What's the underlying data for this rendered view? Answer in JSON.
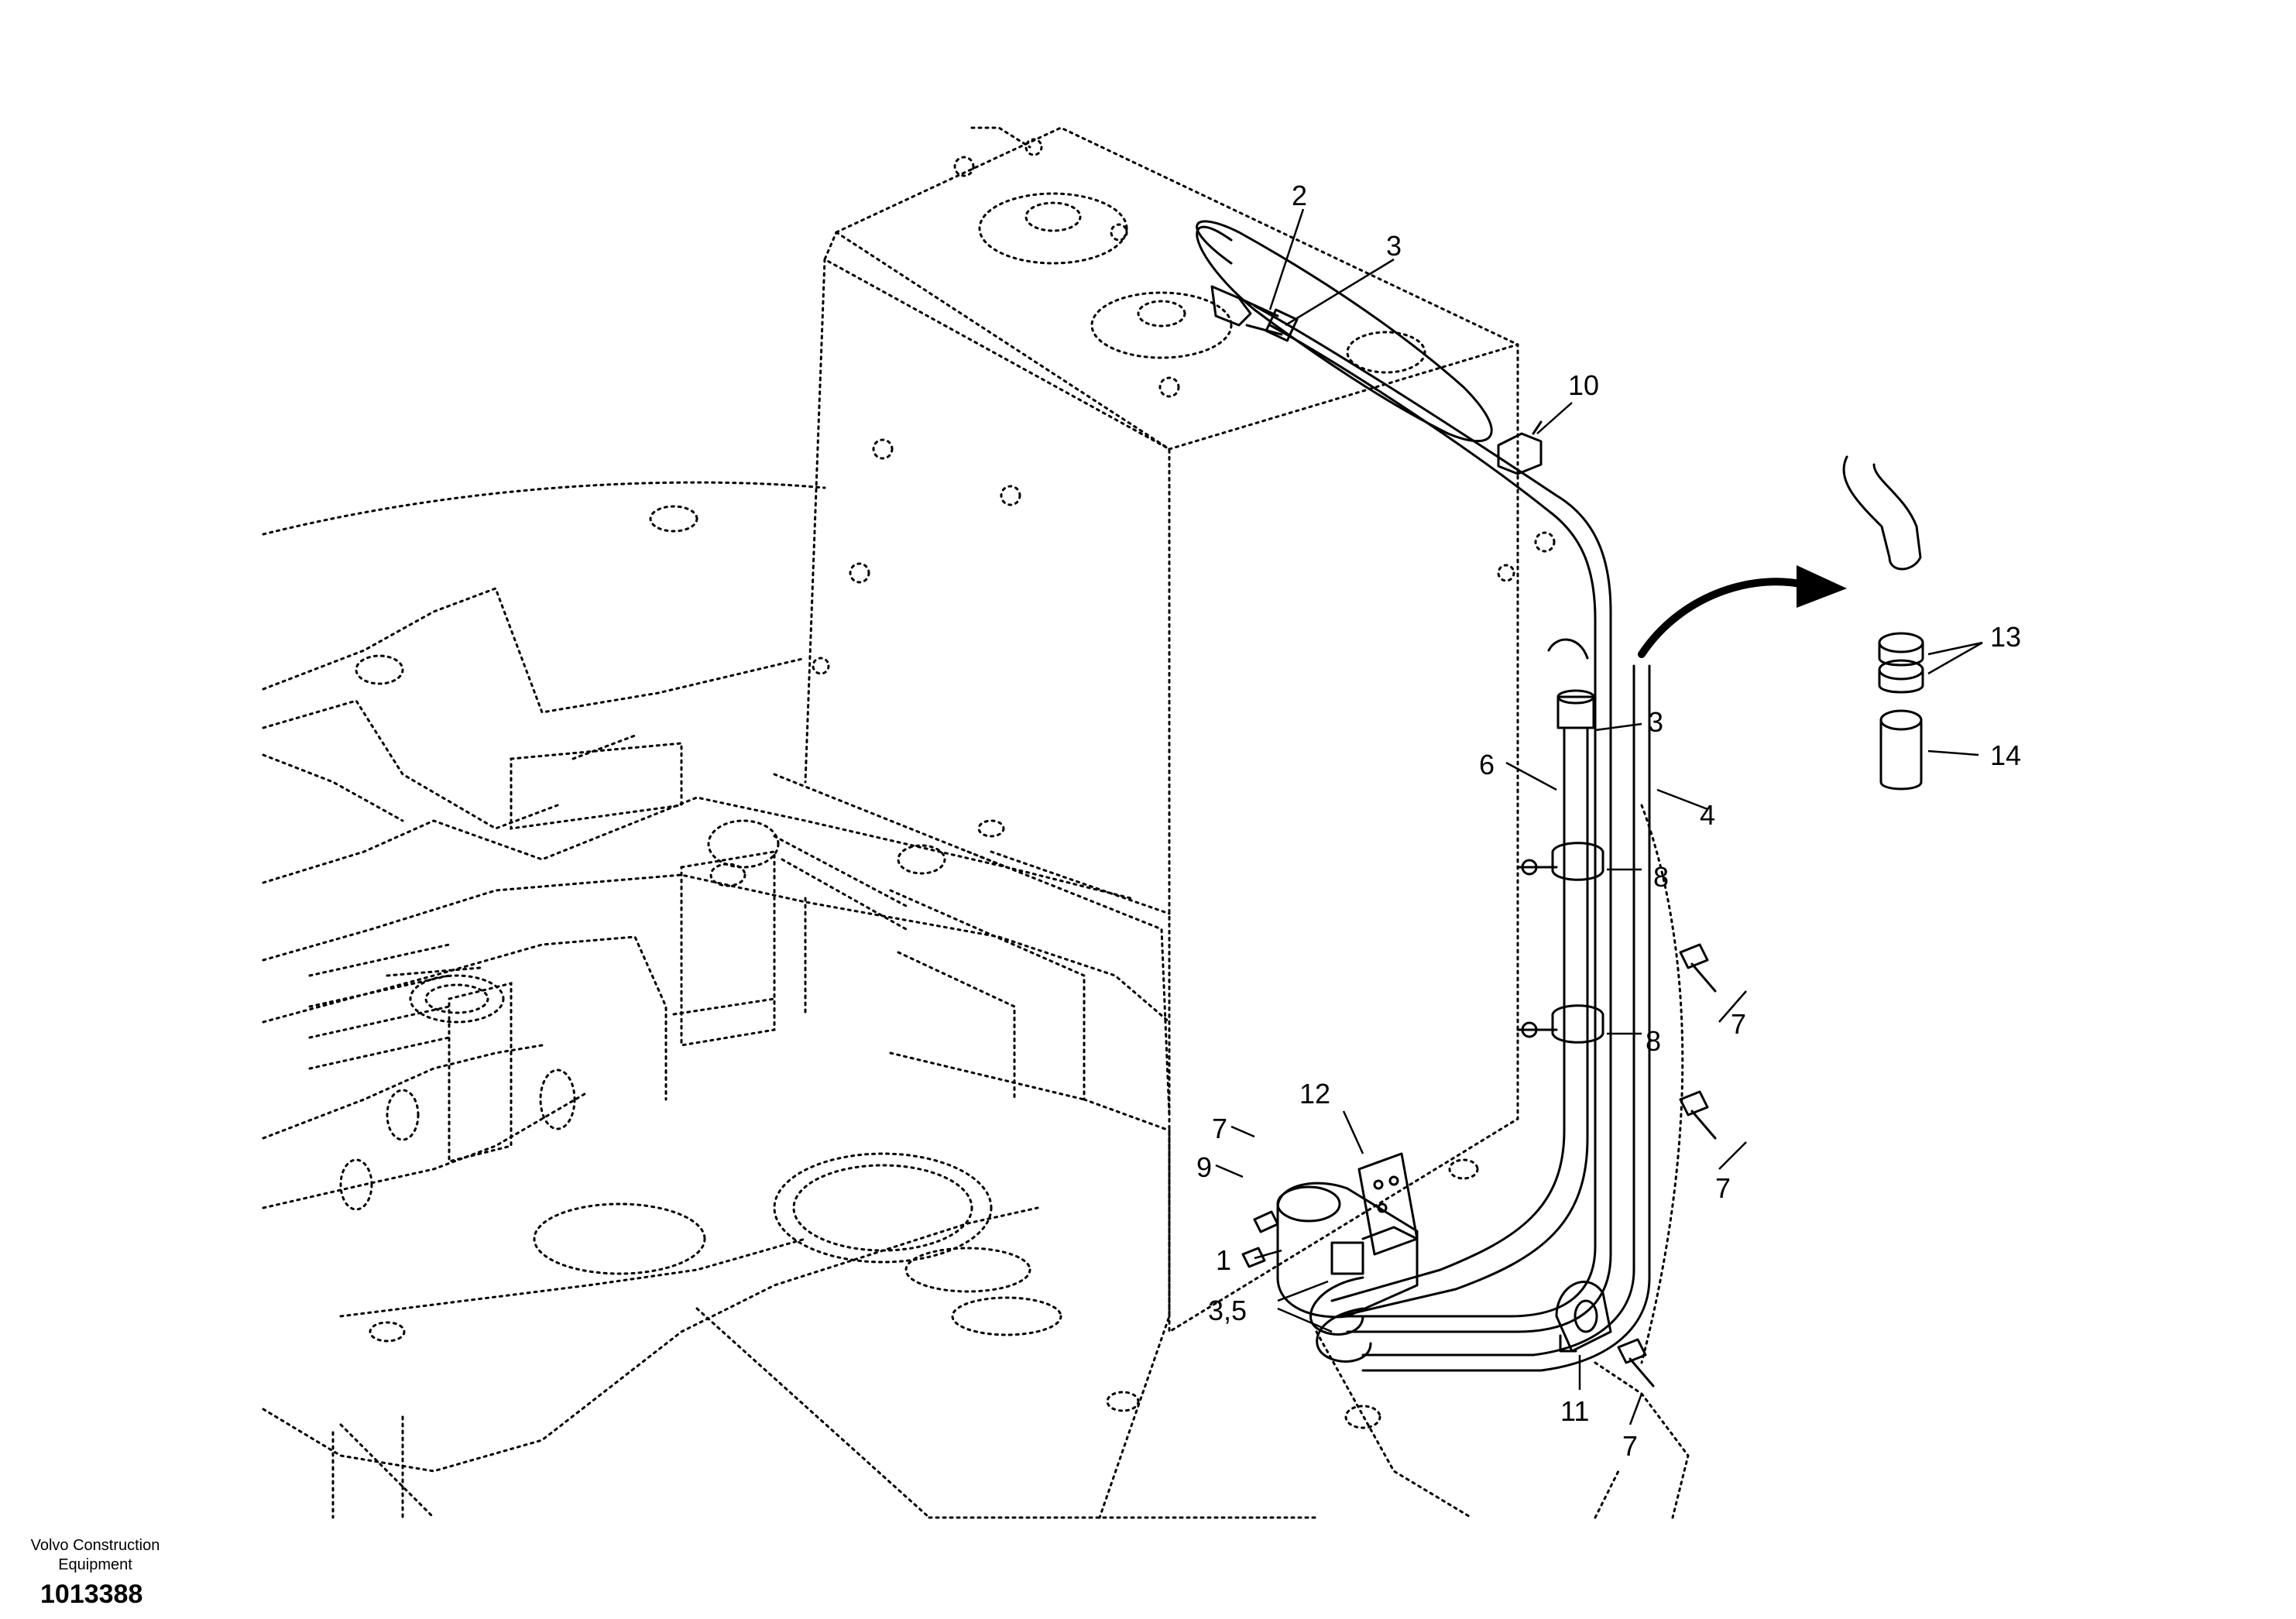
{
  "callouts": {
    "c1": "1",
    "c2": "2",
    "c3_top": "3",
    "c3_right": "3",
    "c35": "3,5",
    "c4": "4",
    "c6": "6",
    "c7_a": "7",
    "c7_b": "7",
    "c7_c": "7",
    "c7_d": "7",
    "c8_a": "8",
    "c8_b": "8",
    "c9": "9",
    "c10": "10",
    "c11": "11",
    "c12": "12",
    "c13": "13",
    "c14": "14"
  },
  "footer": {
    "brand_line1": "Volvo Construction",
    "brand_line2": "Equipment",
    "drawing_number": "1013388"
  }
}
